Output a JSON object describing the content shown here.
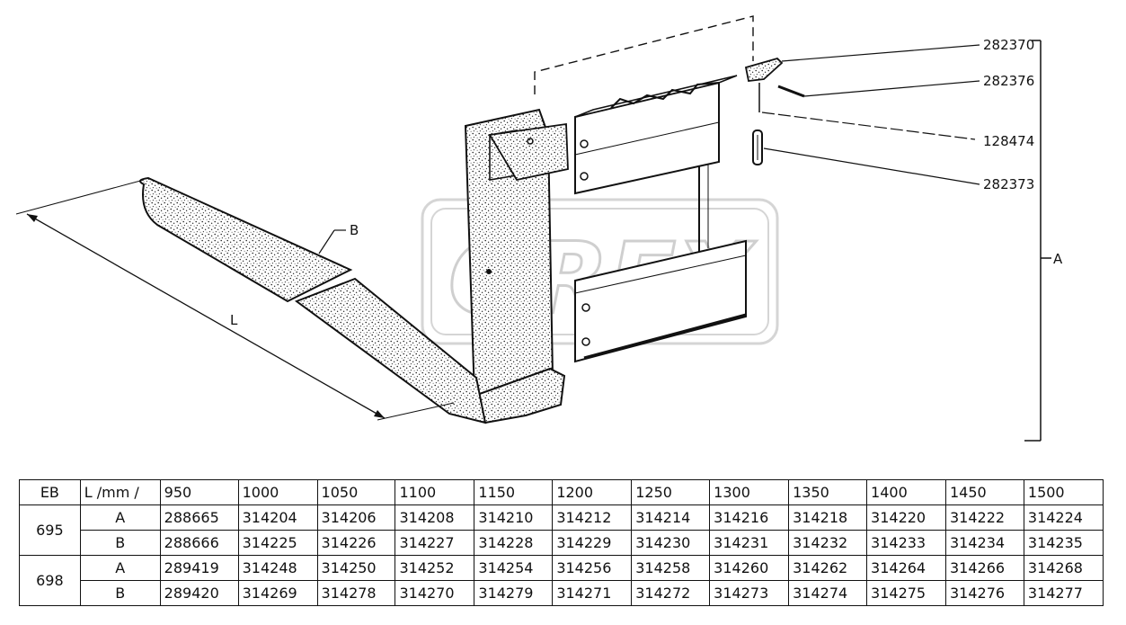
{
  "callouts": {
    "p282370": "282370",
    "p282376": "282376",
    "p128474": "128474",
    "p282373": "282373",
    "dim_a": "A",
    "dim_b": "B",
    "dim_l": "L"
  },
  "watermark": "OREX",
  "table": {
    "header_eb": "EB",
    "header_l": "L /mm /",
    "lengths": [
      "950",
      "1000",
      "1050",
      "1100",
      "1150",
      "1200",
      "1250",
      "1300",
      "1350",
      "1400",
      "1450",
      "1500"
    ],
    "groups": [
      {
        "eb": "695",
        "rows": [
          {
            "type": "A",
            "parts": [
              "288665",
              "314204",
              "314206",
              "314208",
              "314210",
              "314212",
              "314214",
              "314216",
              "314218",
              "314220",
              "314222",
              "314224"
            ]
          },
          {
            "type": "B",
            "parts": [
              "288666",
              "314225",
              "314226",
              "314227",
              "314228",
              "314229",
              "314230",
              "314231",
              "314232",
              "314233",
              "314234",
              "314235"
            ]
          }
        ]
      },
      {
        "eb": "698",
        "rows": [
          {
            "type": "A",
            "parts": [
              "289419",
              "314248",
              "314250",
              "314252",
              "314254",
              "314256",
              "314258",
              "314260",
              "314262",
              "314264",
              "314266",
              "314268"
            ]
          },
          {
            "type": "B",
            "parts": [
              "289420",
              "314269",
              "314278",
              "314270",
              "314279",
              "314271",
              "314272",
              "314273",
              "314274",
              "314275",
              "314276",
              "314277"
            ]
          }
        ]
      }
    ]
  }
}
